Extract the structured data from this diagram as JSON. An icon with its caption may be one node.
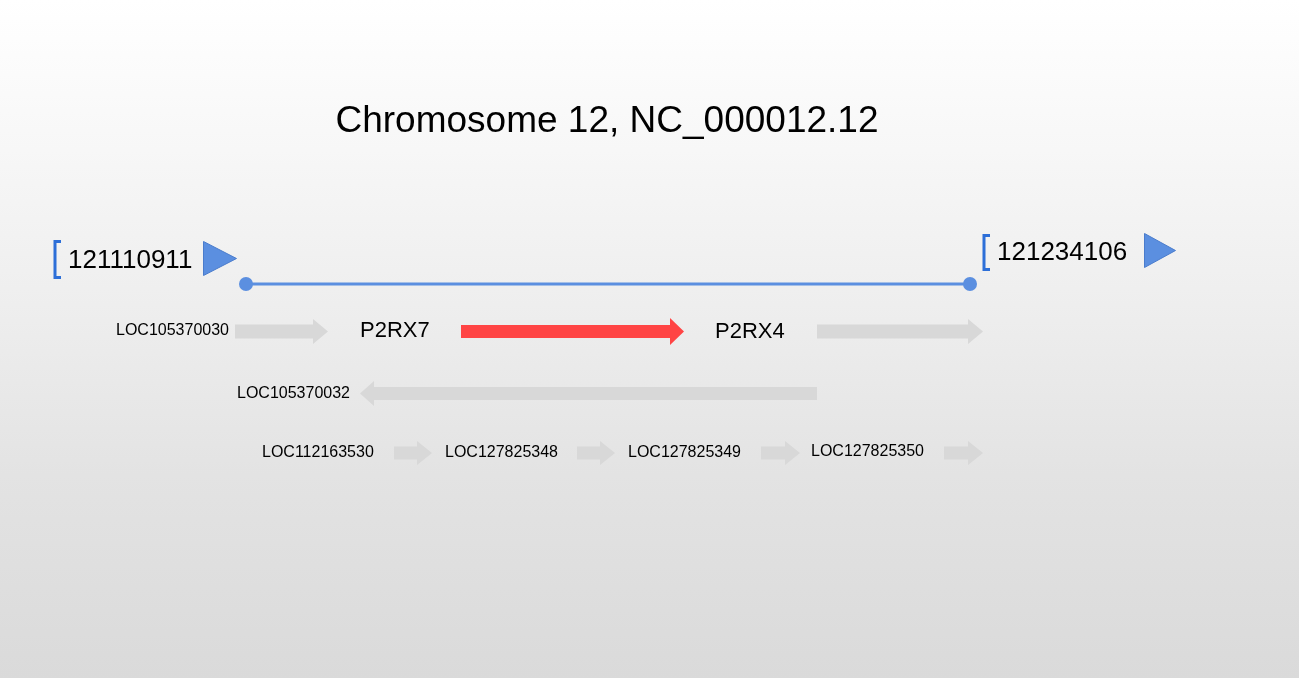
{
  "diagram": {
    "title": "Chromosome 12, NC_000012.12",
    "nodes": [
      {
        "text": [],
        "shape": "arrow",
        "beside": [
          "LOC105370030"
        ]
      },
      {
        "text": [],
        "shape": "arrow",
        "beside": [
          "P2RX7"
        ]
      },
      {
        "text": [],
        "shape": "arrow",
        "beside": [
          "P2RX4"
        ]
      },
      {
        "text": [],
        "shape": "arrow",
        "beside": [
          "LOC105370032"
        ]
      },
      {
        "text": [],
        "shape": "arrow",
        "beside": [
          "LOC112163530"
        ]
      },
      {
        "text": [],
        "shape": "arrow",
        "beside": [
          "LOC127825348"
        ]
      },
      {
        "text": [],
        "shape": "arrow",
        "beside": [
          "LOC127825349"
        ]
      },
      {
        "text": [],
        "shape": "arrow",
        "beside": [
          "LOC127825350"
        ]
      }
    ],
    "labels": [
      "121110911",
      "121234106"
    ]
  }
}
